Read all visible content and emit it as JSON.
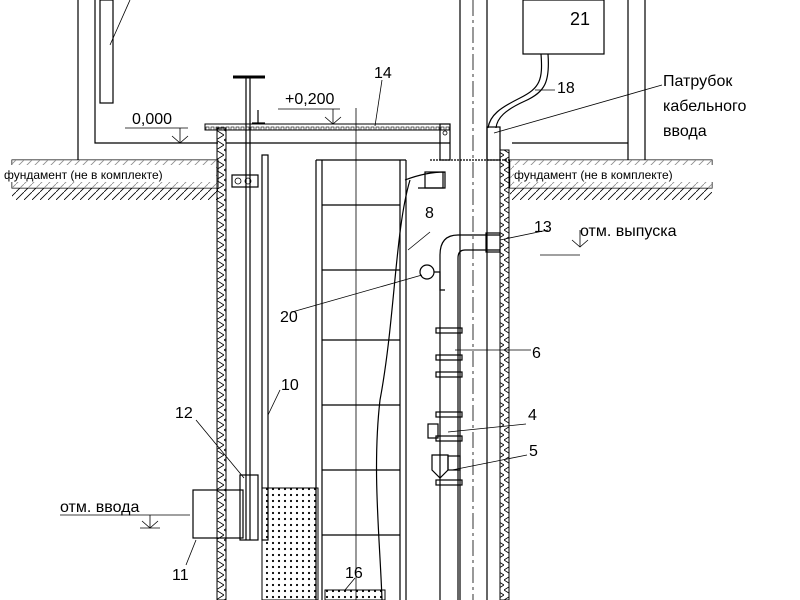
{
  "labels": {
    "n21": "21",
    "n18": "18",
    "n14": "14",
    "n13": "13",
    "n8": "8",
    "n20": "20",
    "n6": "6",
    "n10": "10",
    "n12": "12",
    "n4": "4",
    "n5": "5",
    "n11": "11",
    "n16": "16",
    "level_zero": "0,000",
    "level_lid": "+0,200",
    "foundation_left": "фундамент (не в комплекте)",
    "foundation_right": "фундамент (не в комплекте)",
    "outlet_level": "отм. выпуска",
    "inlet_level": "отм. ввода",
    "cable_inlet_1": "Патрубок",
    "cable_inlet_2": "кабельного",
    "cable_inlet_3": "ввода"
  }
}
